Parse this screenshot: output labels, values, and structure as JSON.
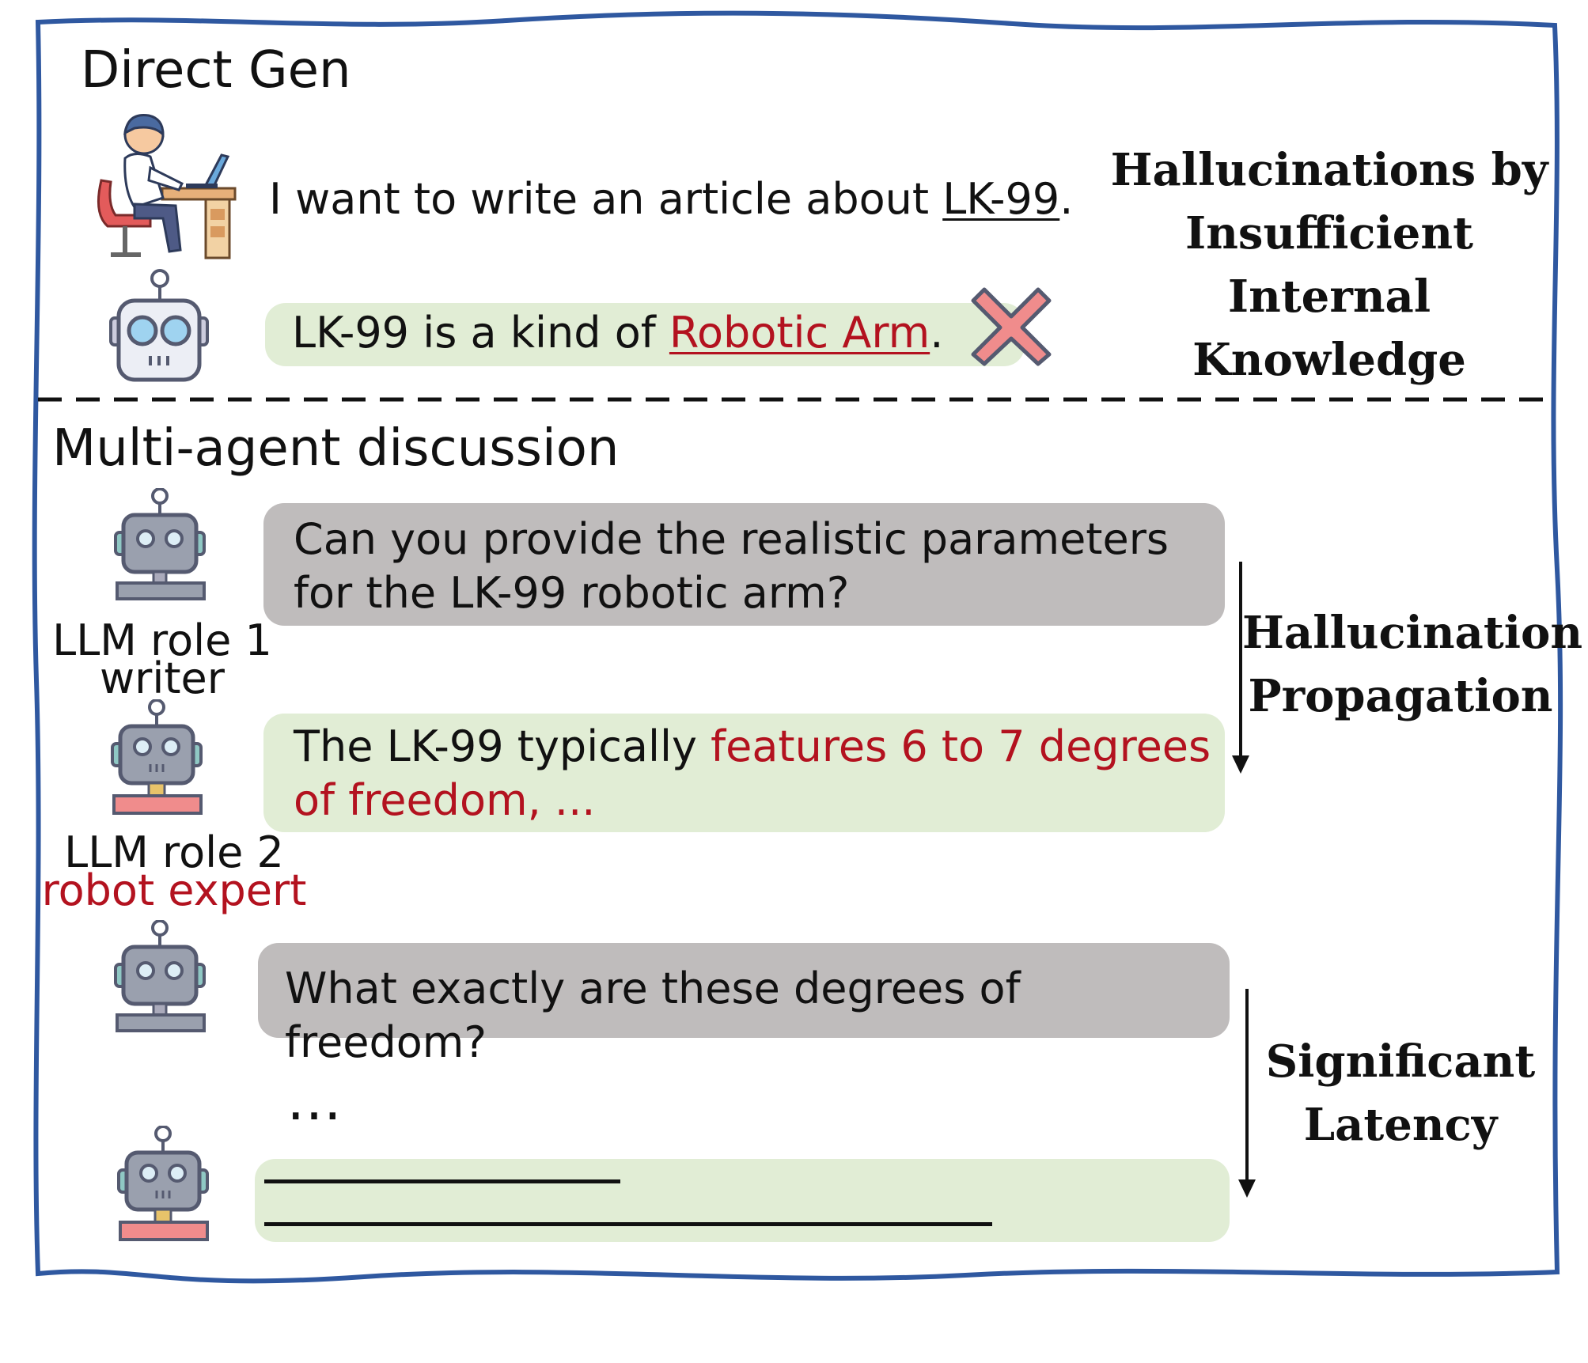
{
  "direct_gen": {
    "title": "Direct Gen",
    "user_message": {
      "prefix": "I want to write an article about ",
      "term": "LK-99",
      "suffix": "."
    },
    "model_answer": {
      "prefix": "LK-99 is a kind of ",
      "hallucination": "Robotic Arm",
      "suffix": "."
    },
    "side_label": {
      "line1": "Hallucinations by",
      "line2": "Insufficient Internal",
      "line3": "Knowledge"
    },
    "error_icon": "cross-icon"
  },
  "multi_agent": {
    "title": "Multi-agent discussion",
    "role1": {
      "line1": "LLM role 1",
      "line2": "writer"
    },
    "role2": {
      "line1": "LLM role 2",
      "line2": "robot expert"
    },
    "q1": {
      "line1": "Can you provide the realistic parameters",
      "line2": "for the LK-99 robotic arm?"
    },
    "a1": {
      "normal": "The LK-99 typically ",
      "red_line1": "features 6 to 7 degrees",
      "red_line2": "of freedom, ..."
    },
    "q2": "What exactly are these degrees of freedom?",
    "ellipsis": "…",
    "side_label_1": {
      "line1": "Hallucination",
      "line2": "Propagation"
    },
    "side_label_2": {
      "line1": "Significant",
      "line2": "Latency"
    }
  },
  "colors": {
    "frame": "#2f58a0",
    "gray_bubble": "#bfbcbc",
    "green_bubble": "#e1edd5",
    "hallucination_red": "#b3121f",
    "cross": "#f08c8c"
  },
  "icons": [
    "person-at-desk-icon",
    "robot-icon",
    "cross-icon",
    "arrow-down-icon"
  ]
}
